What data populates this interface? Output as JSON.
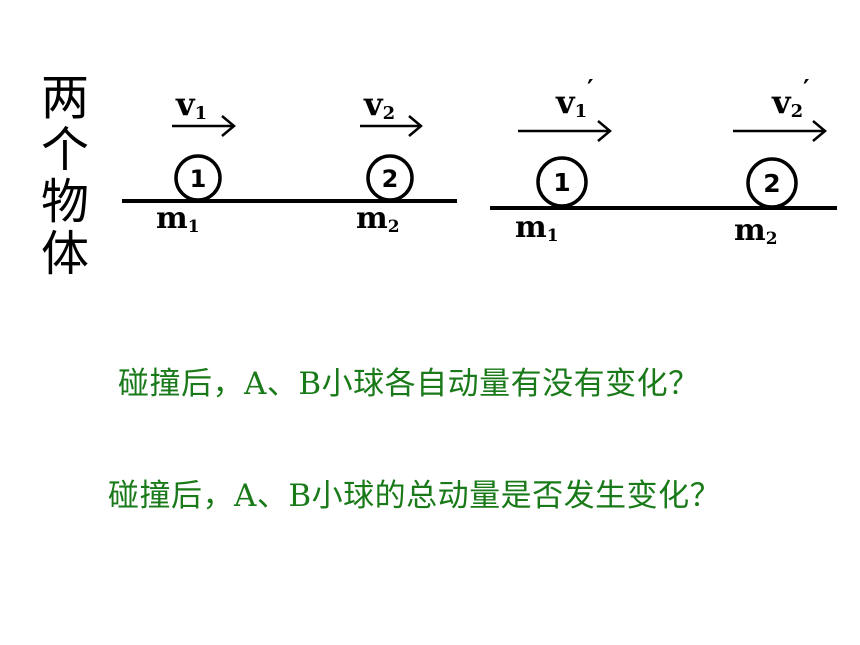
{
  "title_chars": [
    "两",
    "个",
    "物",
    "体"
  ],
  "colors": {
    "text": "#000000",
    "question": "#1a7a1a"
  },
  "before_collision": {
    "ball1": {
      "label": "1",
      "velocity": "v",
      "velocity_sub": "1",
      "mass": "m",
      "mass_sub": "1"
    },
    "ball2": {
      "label": "2",
      "velocity": "v",
      "velocity_sub": "2",
      "mass": "m",
      "mass_sub": "2"
    }
  },
  "after_collision": {
    "ball1": {
      "label": "1",
      "velocity": "v",
      "velocity_sub": "1",
      "prime": "′",
      "mass": "m",
      "mass_sub": "1"
    },
    "ball2": {
      "label": "2",
      "velocity": "v",
      "velocity_sub": "2",
      "prime": "′",
      "mass": "m",
      "mass_sub": "2"
    }
  },
  "questions": [
    "碰撞后，A、B小球各自动量有没有变化？",
    "碰撞后，A、B小球的总动量是否发生变化？"
  ]
}
